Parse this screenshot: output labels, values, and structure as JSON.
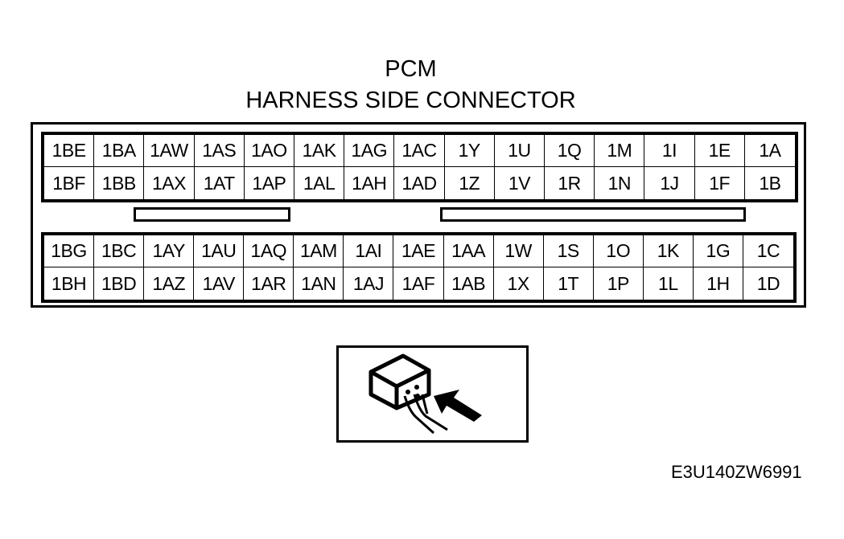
{
  "header": {
    "title": "PCM",
    "subtitle": "HARNESS SIDE CONNECTOR"
  },
  "connector": {
    "top_block": {
      "row1": [
        "1BE",
        "1BA",
        "1AW",
        "1AS",
        "1AO",
        "1AK",
        "1AG",
        "1AC",
        "1Y",
        "1U",
        "1Q",
        "1M",
        "1I",
        "1E",
        "1A"
      ],
      "row2": [
        "1BF",
        "1BB",
        "1AX",
        "1AT",
        "1AP",
        "1AL",
        "1AH",
        "1AD",
        "1Z",
        "1V",
        "1R",
        "1N",
        "1J",
        "1F",
        "1B"
      ]
    },
    "bottom_block": {
      "row1": [
        "1BG",
        "1BC",
        "1AY",
        "1AU",
        "1AQ",
        "1AM",
        "1AI",
        "1AE",
        "1AA",
        "1W",
        "1S",
        "1O",
        "1K",
        "1G",
        "1C"
      ],
      "row2": [
        "1BH",
        "1BD",
        "1AZ",
        "1AV",
        "1AR",
        "1AN",
        "1AJ",
        "1AF",
        "1AB",
        "1X",
        "1T",
        "1P",
        "1L",
        "1H",
        "1D"
      ]
    }
  },
  "view_indicator": {
    "icon": "connector-harness-side-view-icon"
  },
  "figure_code": "E3U140ZW6991"
}
